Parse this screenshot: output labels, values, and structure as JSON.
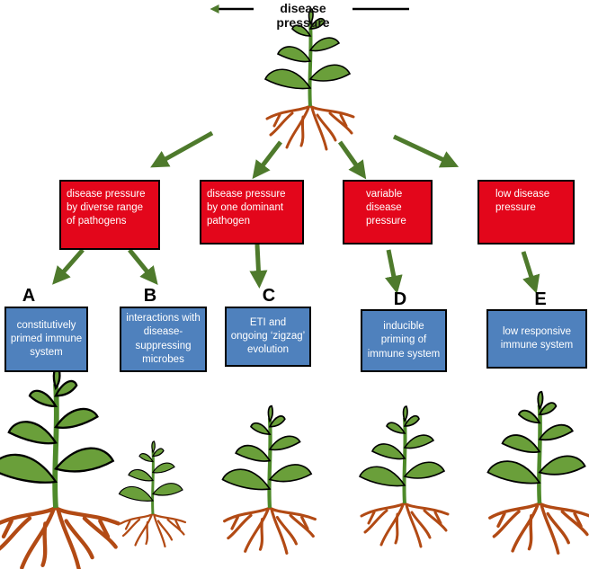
{
  "title": "disease pressure",
  "colors": {
    "arrow": "#4e7a2c",
    "red_box": "#e3061b",
    "blue_box": "#4f81bd",
    "leaf": "#6a9f3a",
    "root": "#b24a14"
  },
  "conditions": [
    {
      "label": "disease pressure by diverse range of pathogens"
    },
    {
      "label": "disease pressure by one dominant pathogen"
    },
    {
      "label": "variable disease pressure"
    },
    {
      "label": "low disease pressure"
    }
  ],
  "strategies": [
    {
      "letter": "A",
      "label": "constitutively primed immune system"
    },
    {
      "letter": "B",
      "label": "interactions with disease-suppressing microbes"
    },
    {
      "letter": "C",
      "label": "ETI and ongoing ‘zigzag’ evolution"
    },
    {
      "letter": "D",
      "label": "inducible priming of immune system"
    },
    {
      "letter": "E",
      "label": "low responsive immune system"
    }
  ]
}
